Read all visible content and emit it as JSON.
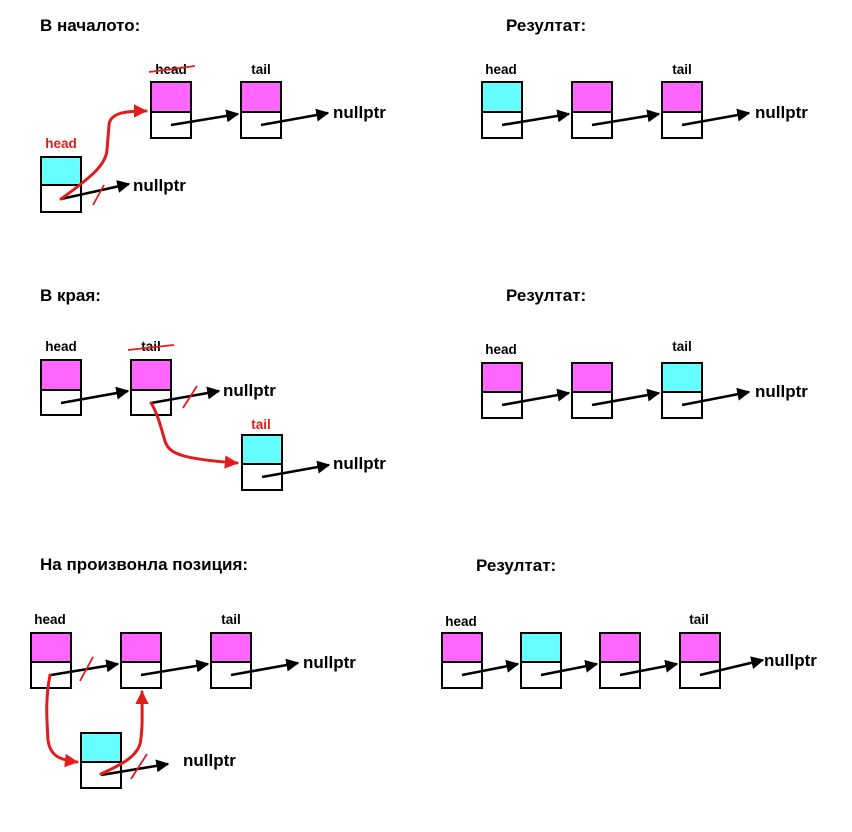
{
  "colors": {
    "data_pink": "#ff66ff",
    "data_cyan": "#66ffff",
    "accent_red": "#e31b1b"
  },
  "section1": {
    "title": "В началото:",
    "result_title": "Резултат:",
    "old_head_label": "head",
    "tail_label": "tail",
    "new_head_label": "head",
    "nullptr_1": "nullptr",
    "nullptr_2": "nullptr",
    "result_head_label": "head",
    "result_tail_label": "tail",
    "result_nullptr": "nullptr"
  },
  "section2": {
    "title": "В края:",
    "result_title": "Резултат:",
    "head_label": "head",
    "old_tail_label": "tail",
    "new_tail_label": "tail",
    "nullptr_1": "nullptr",
    "nullptr_2": "nullptr",
    "result_head_label": "head",
    "result_tail_label": "tail",
    "result_nullptr": "nullptr"
  },
  "section3": {
    "title": "На произвонла позиция:",
    "result_title": "Резултат:",
    "head_label": "head",
    "tail_label": "tail",
    "nullptr_1": "nullptr",
    "nullptr_2": "nullptr",
    "result_head_label": "head",
    "result_tail_label": "tail",
    "result_nullptr": "nullptr"
  }
}
